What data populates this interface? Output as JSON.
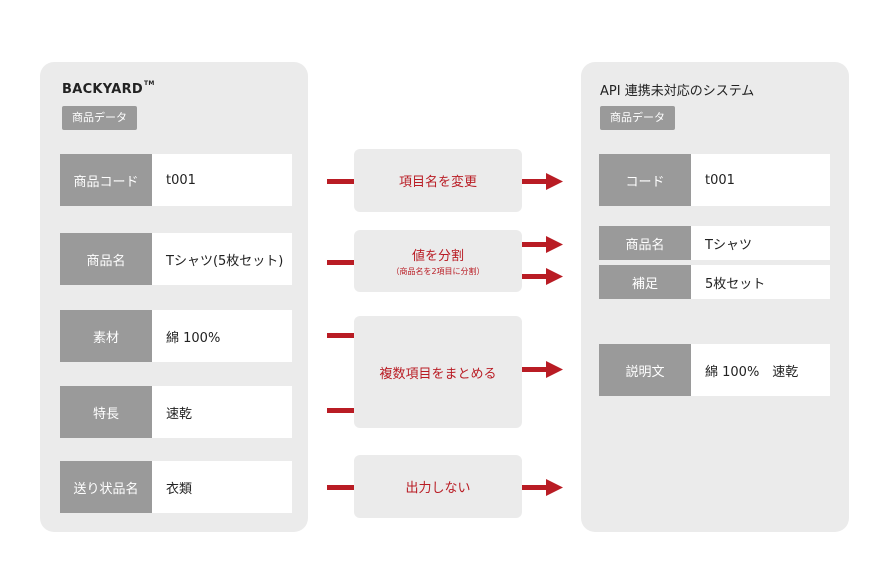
{
  "left_panel": {
    "brand": "BACKYARD",
    "brand_mark": "TM",
    "tag": "商品データ",
    "rows": [
      {
        "label": "商品コード",
        "value": "t001"
      },
      {
        "label": "商品名",
        "value": "Tシャツ(5枚セット)"
      },
      {
        "label": "素材",
        "value": "綿 100%"
      },
      {
        "label": "特長",
        "value": "速乾"
      },
      {
        "label": "送り状品名",
        "value": "衣類"
      }
    ]
  },
  "actions": [
    {
      "label": "項目名を変更",
      "sub": ""
    },
    {
      "label": "値を分割",
      "sub": "（商品名を2項目に分割）"
    },
    {
      "label": "複数項目をまとめる",
      "sub": ""
    },
    {
      "label": "出力しない",
      "sub": ""
    }
  ],
  "right_panel": {
    "title": "API 連携未対応のシステム",
    "tag": "商品データ",
    "rows": [
      {
        "label": "コード",
        "value": "t001"
      },
      {
        "label": "商品名",
        "value": "Tシャツ"
      },
      {
        "label": "補足",
        "value": "5枚セット"
      },
      {
        "label": "説明文",
        "value": "綿 100%　速乾"
      }
    ]
  },
  "colors": {
    "accent": "#b91c24",
    "label_bg": "#9a9a9a",
    "panel_bg": "#ebebeb"
  }
}
